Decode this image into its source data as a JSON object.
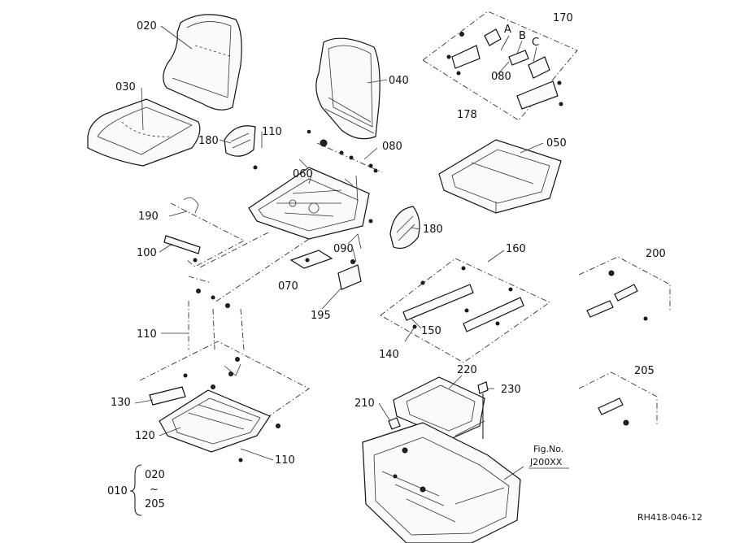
{
  "callouts": {
    "p020": "020",
    "p030": "030",
    "p040": "040",
    "p050": "050",
    "p060": "060",
    "p070": "070",
    "p080a": "080",
    "p080b": "080",
    "p090": "090",
    "p100": "100",
    "p110a": "110",
    "p110b": "110",
    "p110c": "110",
    "p120": "120",
    "p130": "130",
    "p140": "140",
    "p150": "150",
    "p160": "160",
    "p170": "170",
    "p178": "178",
    "p180a": "180",
    "p180b": "180",
    "p190": "190",
    "p195": "195",
    "p200": "200",
    "p205": "205",
    "p210": "210",
    "p220": "220",
    "p230": "230",
    "pA": "A",
    "pB": "B",
    "pC": "C"
  },
  "assembly": {
    "ref": "010",
    "range_start": "020",
    "range_sep": "~",
    "range_end": "205"
  },
  "fig_ref": {
    "line1": "Fig.No.",
    "line2": "J200XX"
  },
  "drawing_code": "RH418-046-12"
}
